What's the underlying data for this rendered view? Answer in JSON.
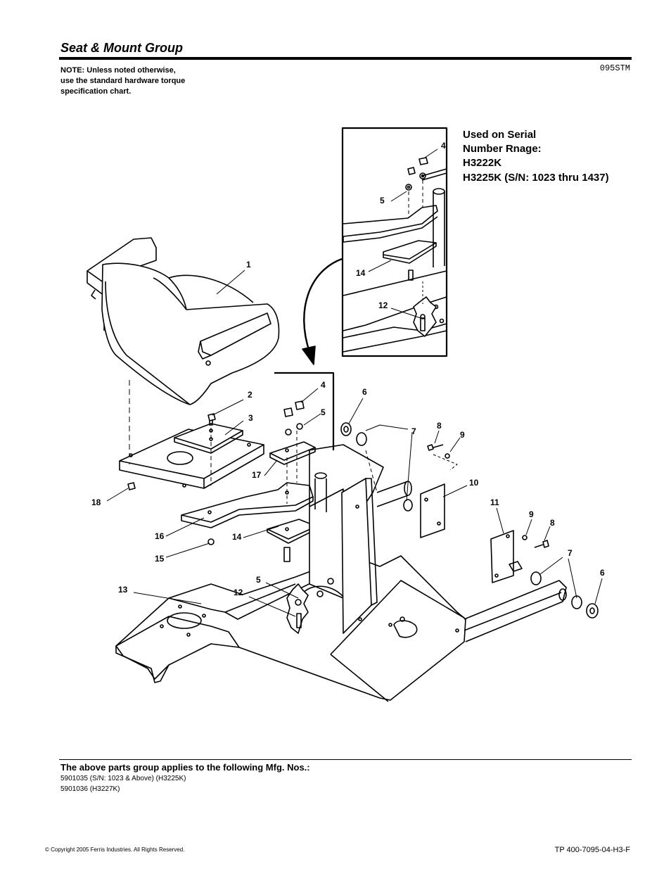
{
  "header": {
    "title": "Seat & Mount Group",
    "note_lines": [
      "NOTE: Unless noted otherwise,",
      "use the standard hardware torque",
      "specification chart."
    ],
    "figure_code": "095STM"
  },
  "diagram": {
    "inset_note_lines": [
      "Used on Serial",
      "Number Rnage:",
      "H3222K",
      "H3225K (S/N: 1023 thru 1437)"
    ],
    "callouts": {
      "c1": "1",
      "c2": "2",
      "c3": "3",
      "c4": "4",
      "c5": "5",
      "c6": "6",
      "c7": "7",
      "c8": "8",
      "c9": "9",
      "c10": "10",
      "c11": "11",
      "c12": "12",
      "c13": "13",
      "c14": "14",
      "c15": "15",
      "c16": "16",
      "c17": "17",
      "c18": "18",
      "i4": "4",
      "i5": "5",
      "i14": "14",
      "i12": "12",
      "r9": "9",
      "r8": "8",
      "r7": "7",
      "r6": "6"
    }
  },
  "footer": {
    "applies_label": "The above parts group applies to the following Mfg. Nos.:",
    "mfg_numbers": [
      "5901035 (S/N: 1023 & Above) (H3225K)",
      "5901036 (H3227K)"
    ],
    "copyright": "© Copyright  2005 Ferris Industries. All Rights Reserved.",
    "doc_number": "TP 400-7095-04-H3-F"
  }
}
